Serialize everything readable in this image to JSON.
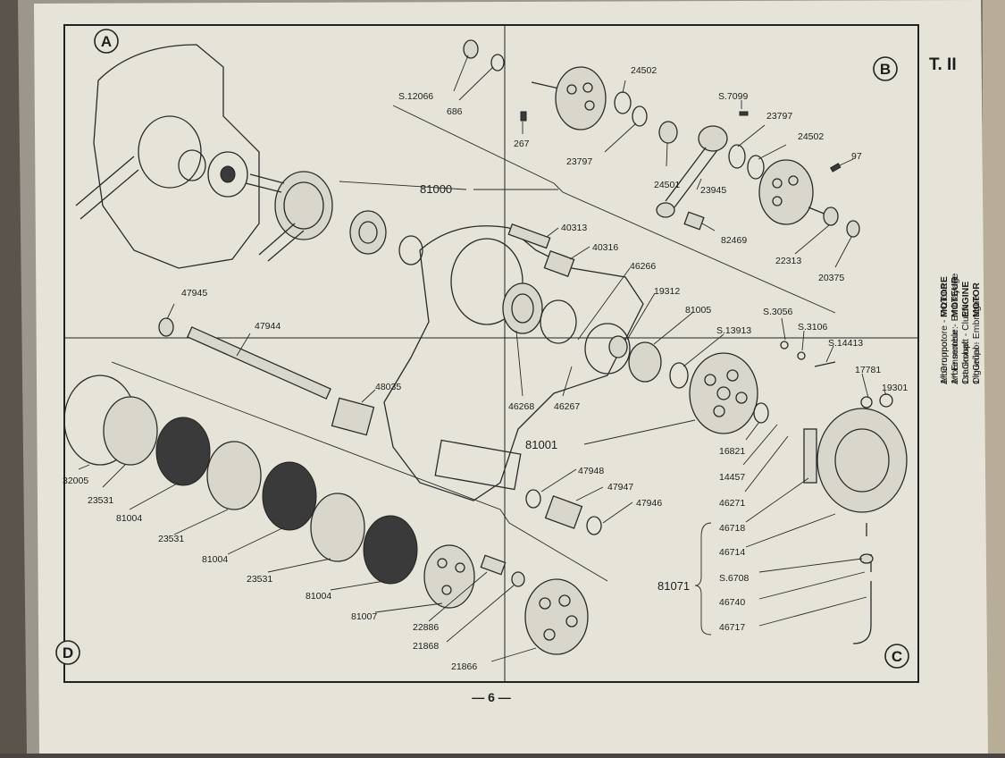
{
  "sheet_label": "T. II",
  "page_number": "— 6 —",
  "quadrants": {
    "a": "A",
    "b": "B",
    "c": "C",
    "d": "D"
  },
  "group_legend": [
    {
      "prefix": "1ᵒ Gruppo:",
      "value": "MOTORE",
      "desc": "Albero motore - Frizione"
    },
    {
      "prefix": "1ᵉʳ Ensemble:",
      "value": "MOTEUR",
      "desc": "Arbre moteur - Embrayage"
    },
    {
      "prefix": "1st Group:",
      "value": "ENGINE",
      "desc": "Crankshaft - Clutch"
    },
    {
      "prefix": "1ᵉʳ Grupo:",
      "value": "MOTOR",
      "desc": "Cigüeñal - Embrague"
    }
  ],
  "part_labels": {
    "s12066": "S.12066",
    "p686": "686",
    "p267": "267",
    "p23797a": "23797",
    "p24502a": "24502",
    "p24501": "24501",
    "s7099": "S.7099",
    "p23797b": "23797",
    "p24502b": "24502",
    "p97": "97",
    "p23945": "23945",
    "p82469": "82469",
    "p22313": "22313",
    "p20375": "20375",
    "p81000": "81000",
    "p40313": "40313",
    "p40316": "40316",
    "p46266": "46266",
    "p19312": "19312",
    "p81005": "81005",
    "s13913": "S.13913",
    "s3056": "S.3056",
    "s3106": "S.3106",
    "s14413": "S.14413",
    "p17781": "17781",
    "p19301": "19301",
    "p47945": "47945",
    "p47944": "47944",
    "p48035": "48035",
    "p46268": "46268",
    "p46267": "46267",
    "p81001": "81001",
    "p16821": "16821",
    "p14457": "14457",
    "p46271": "46271",
    "p46718": "46718",
    "p46714": "46714",
    "s6708": "S.6708",
    "p46740": "46740",
    "p46717": "46717",
    "p81071": "81071",
    "p47948": "47948",
    "p47947": "47947",
    "p47946": "47946",
    "p32005": "32005",
    "p23531a": "23531",
    "p81004a": "81004",
    "p23531b": "23531",
    "p81004b": "81004",
    "p23531c": "23531",
    "p81004c": "81004",
    "p81007": "81007",
    "p22886": "22886",
    "p21868": "21868",
    "p21866": "21866"
  }
}
